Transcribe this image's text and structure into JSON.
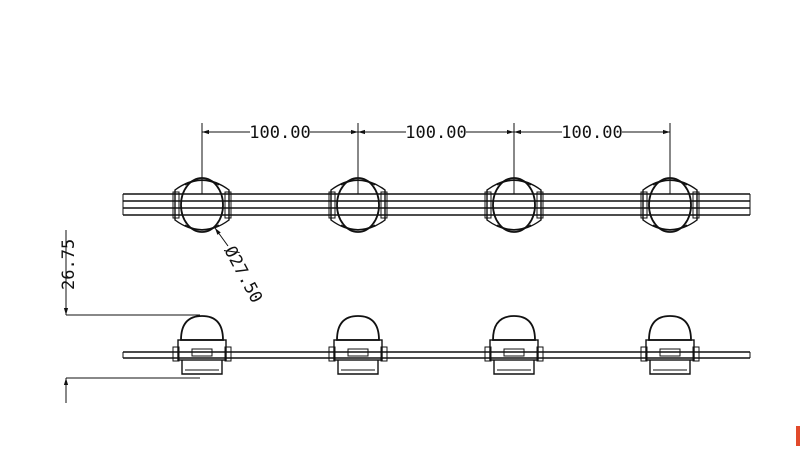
{
  "drawing": {
    "pitch_labels": [
      "100.00",
      "100.00",
      "100.00"
    ],
    "diameter_label": "Ø27.50",
    "height_label": "26.75",
    "led_count": 4,
    "wire_count": 4
  },
  "colors": {
    "line": "#111111",
    "background": "#ffffff",
    "corner_mark": "#e24a2b"
  }
}
